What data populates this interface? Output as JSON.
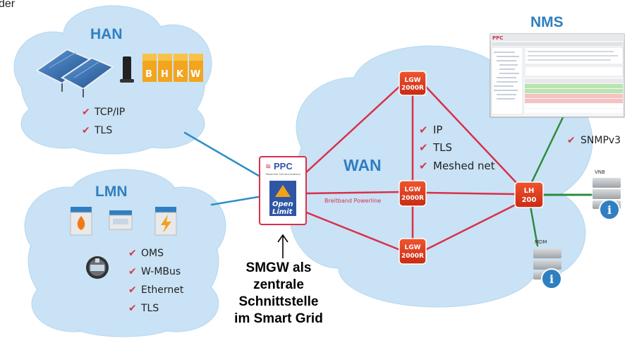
{
  "top_left_fragment": "der",
  "han": {
    "title": "HAN",
    "tiles": [
      "B",
      "H",
      "K",
      "W"
    ],
    "protocols": [
      "TCP/IP",
      "TLS"
    ]
  },
  "lmn": {
    "title": "LMN",
    "protocols": [
      "OMS",
      "W-MBus",
      "Ethernet",
      "TLS"
    ]
  },
  "wan": {
    "title": "WAN",
    "protocols": [
      "IP",
      "TLS",
      "Meshed net"
    ],
    "link_label": "Breitband Powerline"
  },
  "nms": {
    "title": "NMS",
    "protocol": "SNMPv3",
    "window_logo": "PPC"
  },
  "gateway": {
    "brand": "PPC",
    "brand_tag": "Powerline Communications",
    "module_line1": "Open",
    "module_line2": "Limit"
  },
  "nodes": {
    "lgw_top": [
      "LGW",
      "2000R"
    ],
    "lgw_mid": [
      "LGW",
      "2000R"
    ],
    "lgw_bot": [
      "LGW",
      "2000R"
    ],
    "lh": [
      "LH",
      "200"
    ]
  },
  "servers": {
    "vnb": "VNB",
    "mdm": "MDM"
  },
  "caption": [
    "SMGW als",
    "zentrale",
    "Schnittstelle",
    "im Smart Grid"
  ],
  "colors": {
    "cloud": "#c9e2f5",
    "cloud_edge": "#b5d6ef",
    "link_red": "#d8304a",
    "link_blue": "#2f8fc7",
    "link_green": "#2e8b3e",
    "node_red": "#e23a1e",
    "title_blue": "#2f7fc1"
  }
}
